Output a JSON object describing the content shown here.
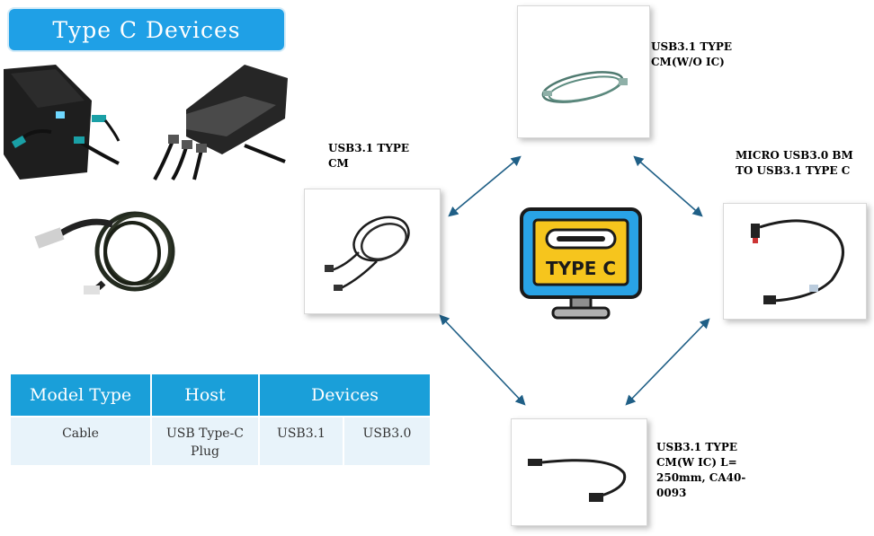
{
  "title": "Type C Devices",
  "center_icon_text": "TYPE C",
  "cables": {
    "top": "USB3.1 TYPE\nCM(W/O IC)",
    "left": "USB3.1 TYPE\nCM",
    "right": "MICRO USB3.0 BM\nTO USB3.1 TYPE C",
    "bottom": "USB3.1 TYPE\nCM(W IC) L=\n250mm, CA40-\n0093"
  },
  "table": {
    "headers": [
      "Model Type",
      "Host",
      "Devices"
    ],
    "row": {
      "model_type": "Cable",
      "host": "USB Type-C\nPlug",
      "device_1": "USB3.1",
      "device_2": "USB3.0"
    }
  },
  "colors": {
    "accent": "#1fa0e6",
    "table_header": "#1a9fd9",
    "table_row": "#e8f3fa",
    "arrow": "#1f5f86",
    "monitor_blue": "#29a3e6",
    "monitor_yellow": "#f6c51d"
  }
}
